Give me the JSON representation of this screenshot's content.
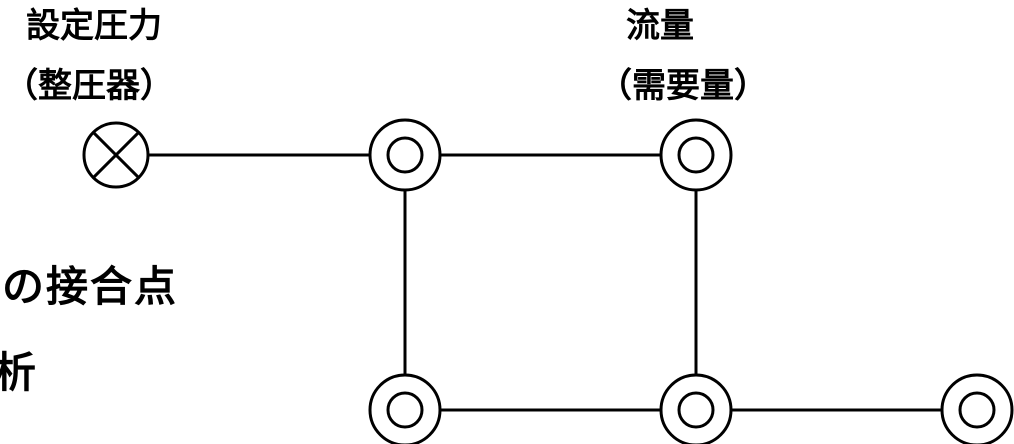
{
  "labels": {
    "set_pressure_line1": "設定圧力",
    "set_pressure_line2": "（整圧器）",
    "flow_line1": "流量",
    "flow_line2": "（需要量）",
    "junction_text": "の接合点",
    "cut_off_text": "析"
  },
  "colors": {
    "line": "#000000",
    "background": "#ffffff"
  },
  "icons": {
    "regulator": "crossed-circle-icon",
    "node": "double-circle-icon"
  }
}
